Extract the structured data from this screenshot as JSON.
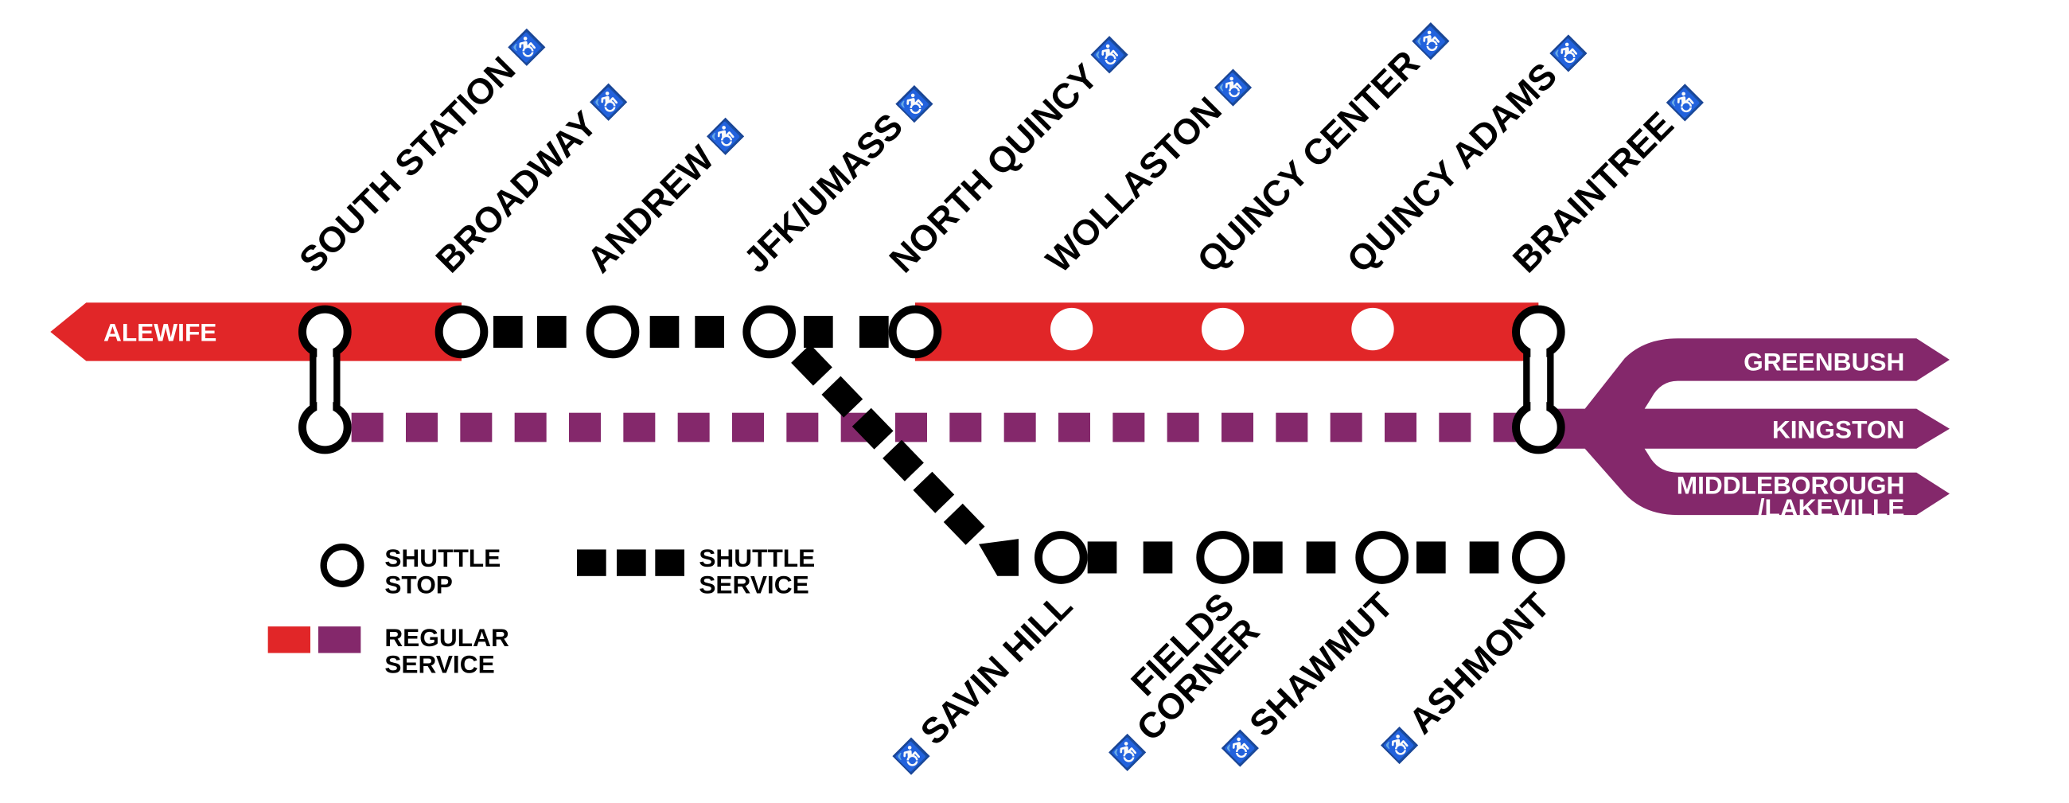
{
  "colors": {
    "red": "#e12628",
    "purple": "#84286b",
    "black": "#000000",
    "access_blue": "#1a4595"
  },
  "terminus_west": "ALEWIFE",
  "top_stations": [
    {
      "name": "SOUTH STATION",
      "accessible": true,
      "type": "shuttle-stop-transfer"
    },
    {
      "name": "BROADWAY",
      "accessible": true,
      "type": "shuttle-stop"
    },
    {
      "name": "ANDREW",
      "accessible": true,
      "type": "shuttle-stop"
    },
    {
      "name": "JFK/UMASS",
      "accessible": true,
      "type": "shuttle-stop"
    },
    {
      "name": "NORTH QUINCY",
      "accessible": true,
      "type": "shuttle-stop"
    },
    {
      "name": "WOLLASTON",
      "accessible": true,
      "type": "regular"
    },
    {
      "name": "QUINCY CENTER",
      "accessible": true,
      "type": "regular"
    },
    {
      "name": "QUINCY ADAMS",
      "accessible": true,
      "type": "regular"
    },
    {
      "name": "BRAINTREE",
      "accessible": true,
      "type": "shuttle-stop-transfer"
    }
  ],
  "bottom_stations": [
    {
      "lines": [
        "SAVIN HILL"
      ],
      "accessible": true
    },
    {
      "lines": [
        "FIELDS",
        "CORNER"
      ],
      "accessible": true
    },
    {
      "lines": [
        "SHAWMUT"
      ],
      "accessible": true
    },
    {
      "lines": [
        "ASHMONT"
      ],
      "accessible": true
    }
  ],
  "commuter_rail_branches": [
    {
      "lines": [
        "GREENBUSH"
      ]
    },
    {
      "lines": [
        "KINGSTON"
      ]
    },
    {
      "lines": [
        "MIDDLEBOROUGH",
        "/LAKEVILLE"
      ]
    }
  ],
  "legend": {
    "shuttle_stop": [
      "SHUTTLE",
      "STOP"
    ],
    "shuttle_service": [
      "SHUTTLE",
      "SERVICE"
    ],
    "regular_service": [
      "REGULAR",
      "SERVICE"
    ]
  }
}
